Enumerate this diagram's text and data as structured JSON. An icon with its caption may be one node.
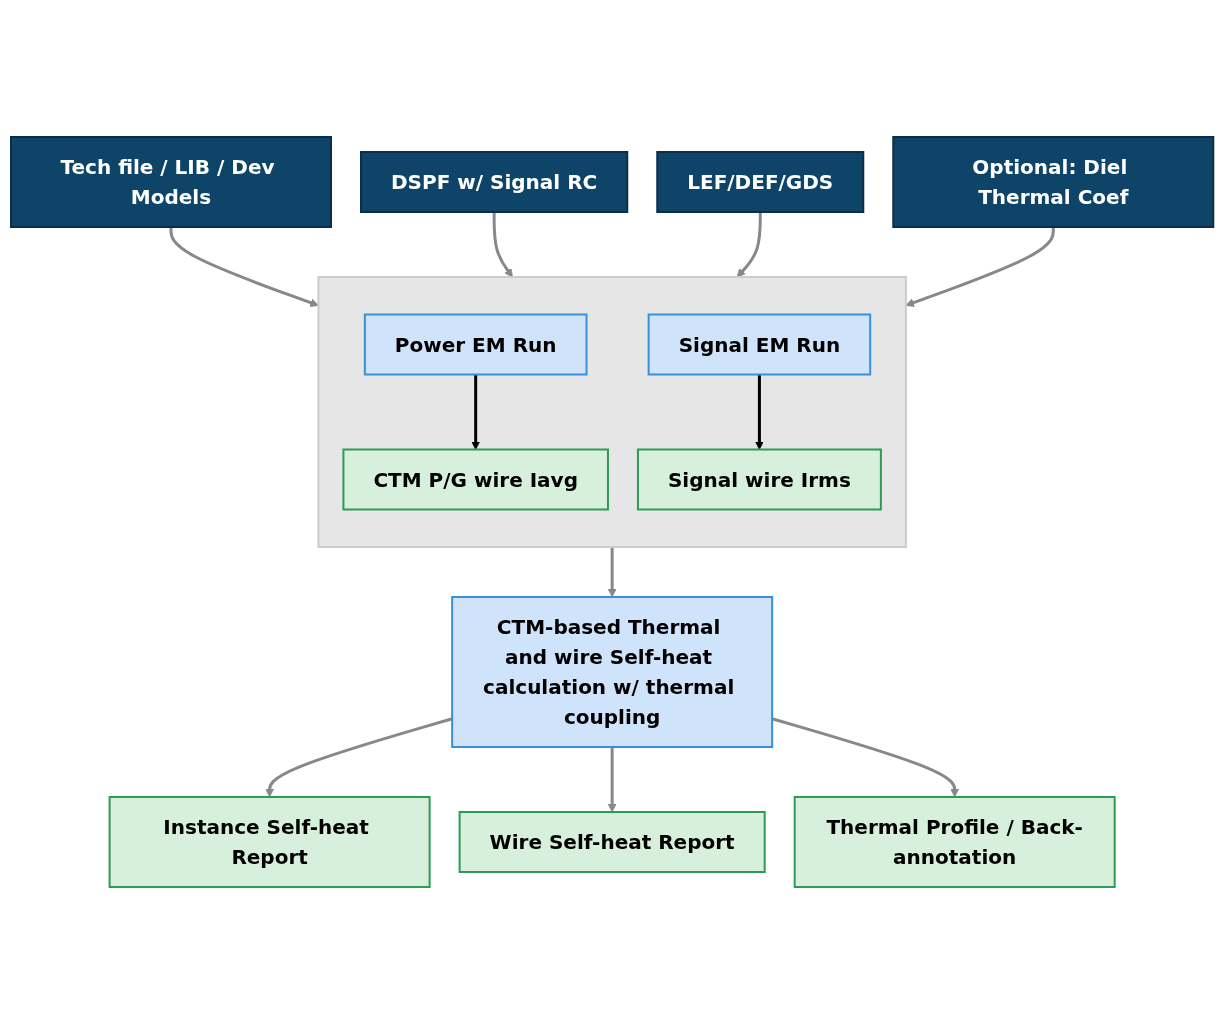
{
  "diagram": {
    "nodes": [
      {
        "text": [
          "Tech file / LIB / Dev Models"
        ]
      },
      {
        "text": [
          "DSPF w/ Signal RC"
        ]
      },
      {
        "text": [
          "LEF/DEF/GDS"
        ]
      },
      {
        "text": [
          "Optional: Diel Thermal Coef"
        ]
      },
      {
        "text": [],
        "shape": "box"
      },
      {
        "text": [
          "Power EM Run"
        ],
        "in": 4
      },
      {
        "text": [
          "Signal EM Run"
        ],
        "in": 4
      },
      {
        "text": [
          "CTM P/G wire Iavg"
        ],
        "in": 4
      },
      {
        "text": [
          "Signal wire Irms"
        ],
        "in": 4
      },
      {
        "text": [
          "CTM-based Thermal and wire Self-heat calculation w/ thermal coupling"
        ]
      },
      {
        "text": [
          "Instance Self-heat Report"
        ]
      },
      {
        "text": [
          "Wire Self-heat Report"
        ]
      },
      {
        "text": [
          "Thermal Profile / Back-annotation"
        ]
      }
    ],
    "edges": [
      {
        "from": 0,
        "to": 4,
        "arrow": "to"
      },
      {
        "from": 1,
        "to": 4,
        "arrow": "to"
      },
      {
        "from": 2,
        "to": 4,
        "arrow": "to"
      },
      {
        "from": 3,
        "to": 4,
        "arrow": "to"
      },
      {
        "from": 5,
        "to": 7,
        "arrow": "to",
        "color": "#000000"
      },
      {
        "from": 6,
        "to": 8,
        "arrow": "to",
        "color": "#000000"
      },
      {
        "from": 4,
        "to": 9,
        "arrow": "to"
      },
      {
        "from": 9,
        "to": 10,
        "arrow": "to"
      },
      {
        "from": 9,
        "to": 11,
        "arrow": "to"
      },
      {
        "from": 9,
        "to": 12,
        "arrow": "to"
      }
    ]
  }
}
